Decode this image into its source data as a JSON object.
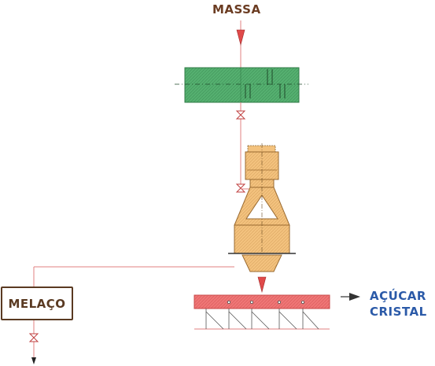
{
  "labels": {
    "massa": "MASSA",
    "melaco": "MELAÇO",
    "acucar_line1": "AÇÚCAR",
    "acucar_line2": "CRISTAL"
  },
  "colors": {
    "massa_label": "#6b3c22",
    "melaco_label": "#5a3a22",
    "acucar_label": "#2b5aa8",
    "pipe": "#e08080",
    "arrow_red": "#e04a4a",
    "mixer_fill": "#4fae6a",
    "centrifuge_fill": "#f2c07c",
    "conveyor_fill": "#ee7373",
    "dark": "#333333"
  }
}
